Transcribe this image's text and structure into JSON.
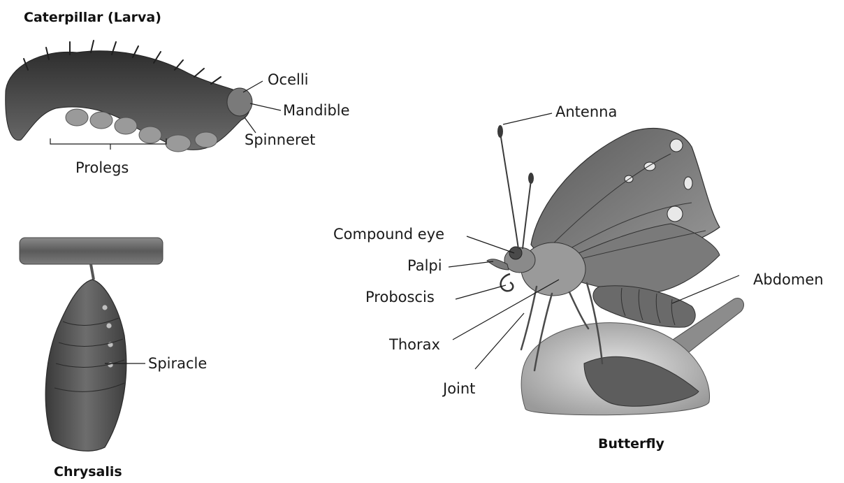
{
  "titles": {
    "caterpillar": "Caterpillar (Larva)",
    "chrysalis": "Chrysalis",
    "butterfly": "Butterfly"
  },
  "labels": {
    "ocelli": "Ocelli",
    "mandible": "Mandible",
    "spinneret": "Spinneret",
    "prolegs": "Prolegs",
    "spiracle": "Spiracle",
    "antenna": "Antenna",
    "compound_eye": "Compound eye",
    "palpi": "Palpi",
    "proboscis": "Proboscis",
    "thorax": "Thorax",
    "joint": "Joint",
    "abdomen": "Abdomen"
  },
  "colors": {
    "ink": "#1a1a1a",
    "illustration_dark": "#3c3c3c",
    "illustration_mid": "#8a8a8a",
    "illustration_light": "#c8c8c8"
  }
}
